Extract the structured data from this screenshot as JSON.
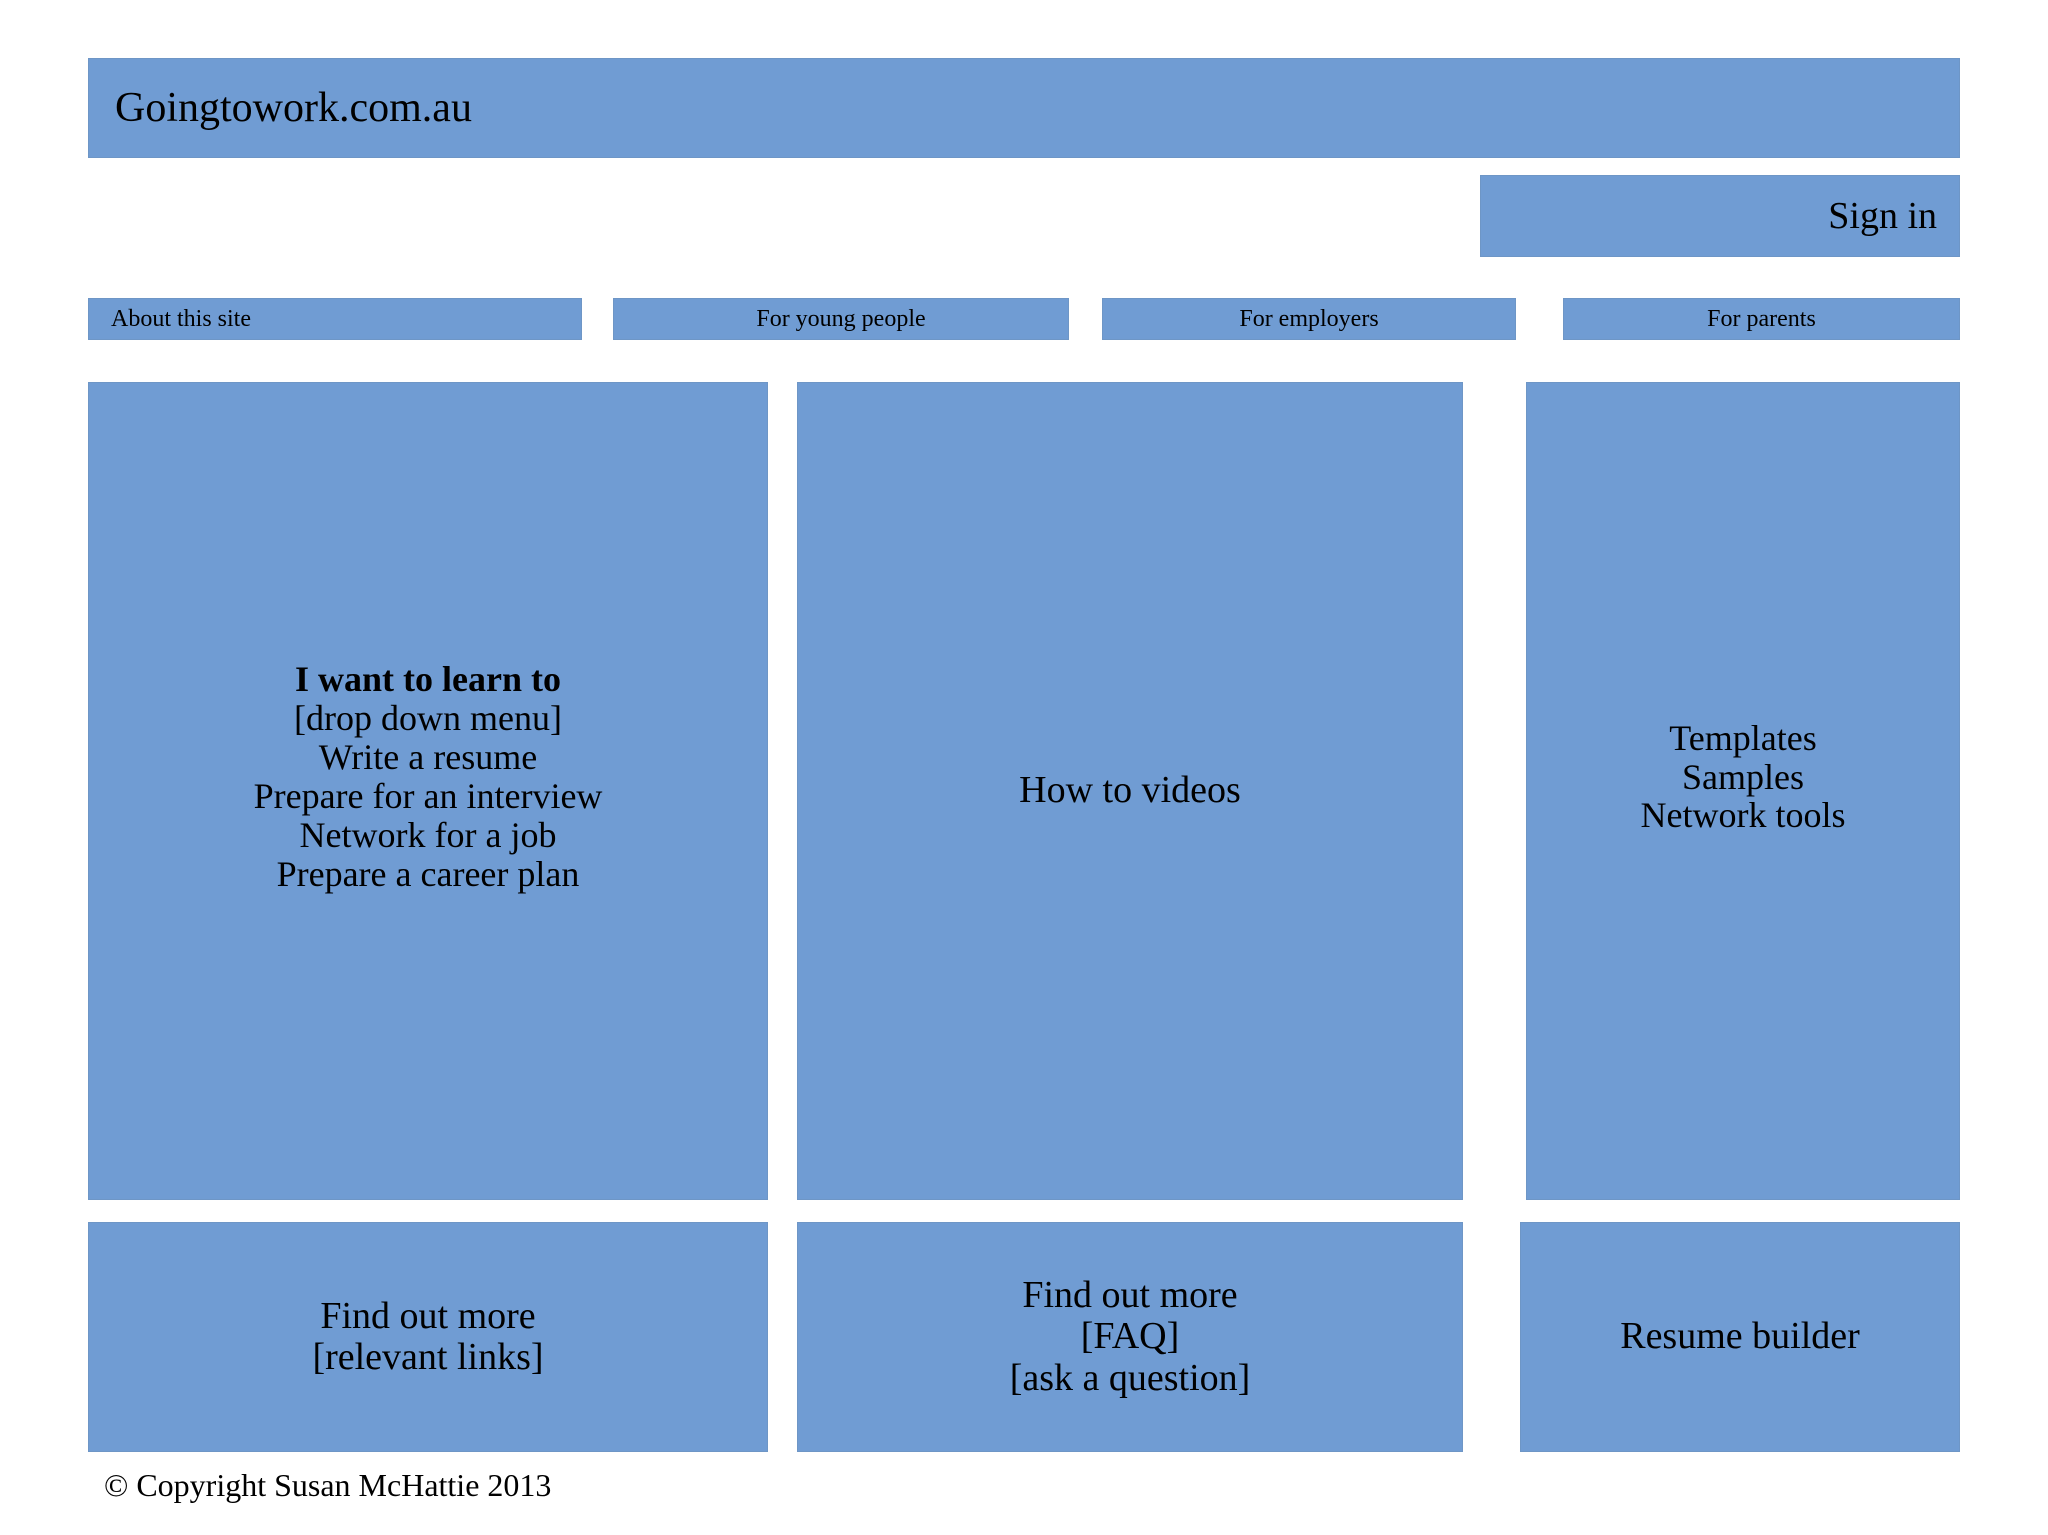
{
  "header": {
    "site_title": "Goingtowork.com.au"
  },
  "account": {
    "sign_in_label": "Sign in"
  },
  "nav": {
    "tabs": [
      {
        "label": "About this site"
      },
      {
        "label": "For young people"
      },
      {
        "label": "For employers"
      },
      {
        "label": "For parents"
      }
    ]
  },
  "main": {
    "learn_panel": {
      "heading": "I want to learn to",
      "dropdown_placeholder": "[drop down menu]",
      "options": [
        "Write a resume",
        "Prepare for an interview",
        "Network for a job",
        "Prepare a career plan"
      ]
    },
    "videos_panel": {
      "label": "How to videos"
    },
    "tools_panel": {
      "items": [
        "Templates",
        "Samples",
        "Network tools"
      ]
    }
  },
  "bottom": {
    "links_panel": {
      "lines": [
        "Find out more",
        "[relevant links]"
      ]
    },
    "faq_panel": {
      "lines": [
        "Find out more",
        "[FAQ]",
        "[ask a question]"
      ]
    },
    "resume_panel": {
      "label": "Resume builder"
    }
  },
  "footer": {
    "copyright": "© Copyright Susan McHattie 2013"
  },
  "colors": {
    "panel_blue": "#709CD3",
    "panel_border": "#6E96C6",
    "page_background": "#FFFFFF",
    "text": "#000000"
  }
}
